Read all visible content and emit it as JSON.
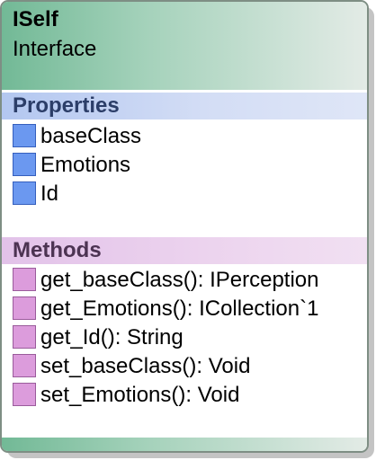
{
  "class_box": {
    "title": "ISelf",
    "stereotype": "Interface",
    "properties_heading": "Properties",
    "properties": [
      "baseClass",
      "Emotions",
      "Id"
    ],
    "methods_heading": "Methods",
    "methods": [
      "get_baseClass(): IPerception",
      "get_Emotions(): ICollection`1",
      "get_Id(): String",
      "set_baseClass(): Void",
      "set_Emotions(): Void"
    ]
  },
  "colors": {
    "header_green": "#72b996",
    "property_icon": "#6b98f0",
    "method_icon": "#dc9cdc",
    "properties_band": "#b3c7f0",
    "methods_band": "#e2c2e9"
  }
}
